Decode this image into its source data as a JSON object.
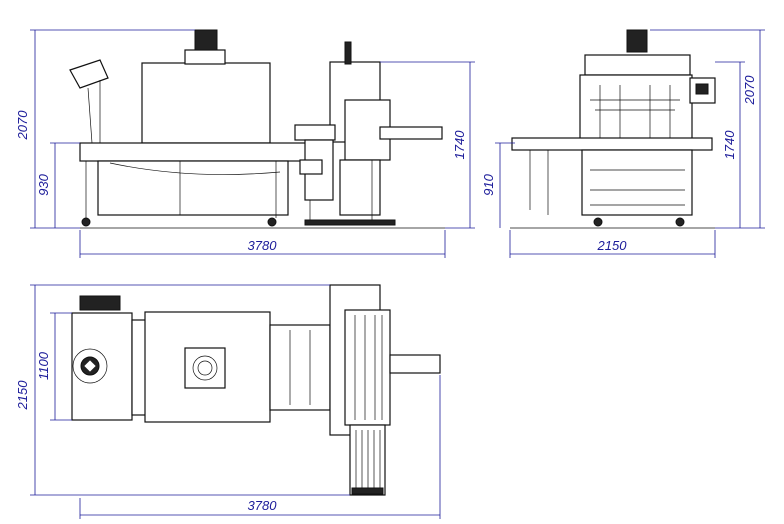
{
  "title": "Machine dimensional drawing",
  "front_view": {
    "height_total": "2070",
    "height_table": "930",
    "length": "3780",
    "height_conveyor": "1740"
  },
  "side_view": {
    "height_table": "910",
    "width": "2150",
    "height_conveyor": "1740",
    "height_total": "2070"
  },
  "top_view": {
    "width": "2150",
    "tunnel_width": "1100",
    "length": "3780"
  },
  "colors": {
    "dimension": "#1c1c9a",
    "line": "#111111"
  }
}
